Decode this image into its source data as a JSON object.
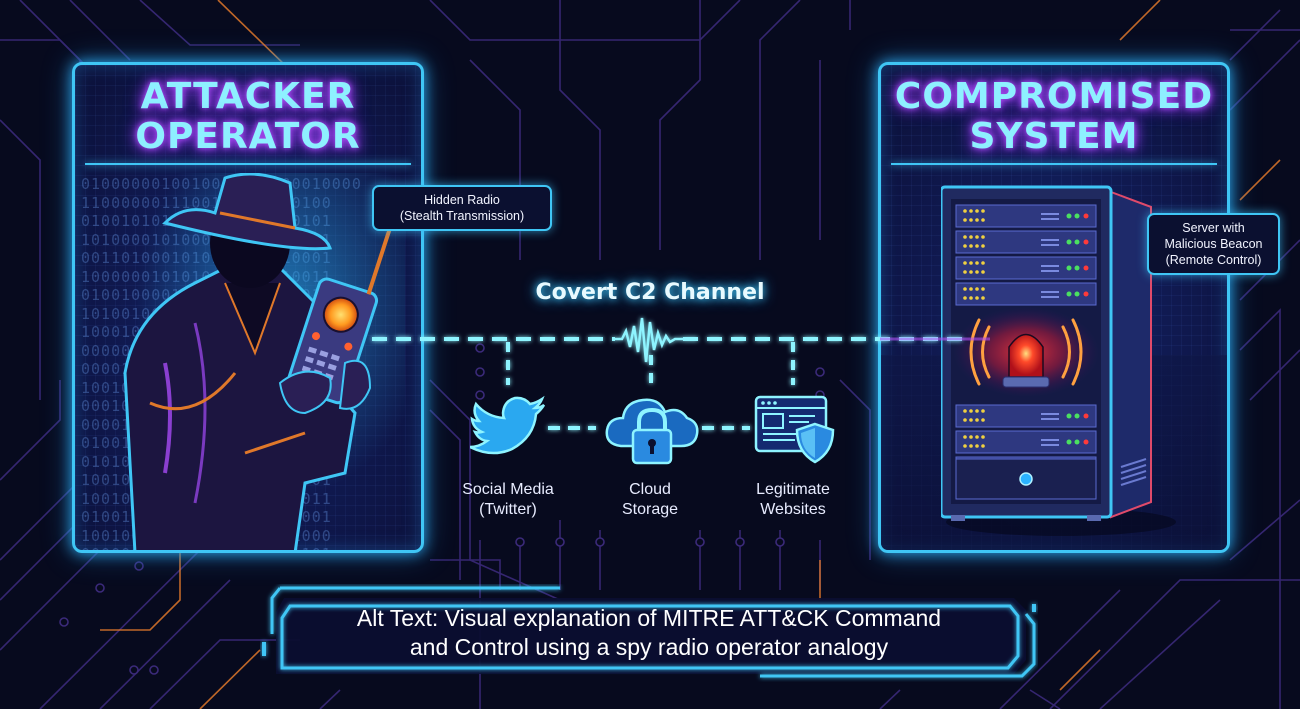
{
  "panels": {
    "attacker": {
      "title_line1": "ATTACKER",
      "title_line2": "OPERATOR",
      "callout_line1": "Hidden Radio",
      "callout_line2": "(Stealth Transmission)",
      "figure_icon": "spy-with-radio-icon"
    },
    "compromised": {
      "title_line1": "COMPROMISED",
      "title_line2": "SYSTEM",
      "callout_line1": "Server with",
      "callout_line2": "Malicious Beacon",
      "callout_line3": "(Remote Control)",
      "figure_icon": "server-rack-alarm-icon"
    }
  },
  "channel": {
    "title": "Covert C2 Channel",
    "waveform_icon": "signal-waveform-icon",
    "nodes": [
      {
        "icon": "twitter-bird-icon",
        "label_line1": "Social Media",
        "label_line2": "(Twitter)"
      },
      {
        "icon": "cloud-lock-icon",
        "label_line1": "Cloud",
        "label_line2": "Storage"
      },
      {
        "icon": "website-shield-icon",
        "label_line1": "Legitimate",
        "label_line2": "Websites"
      }
    ]
  },
  "caption": {
    "line1": "Alt Text: Visual explanation of MITRE ATT&CK Command",
    "line2": "and Control using a spy radio operator analogy"
  },
  "colors": {
    "background": "#070a1e",
    "neon_cyan": "#3fc6f5",
    "title_glow_purple": "#9a3ff0",
    "circuit_orange": "#e0782a",
    "alarm_red": "#ff2a2a"
  }
}
